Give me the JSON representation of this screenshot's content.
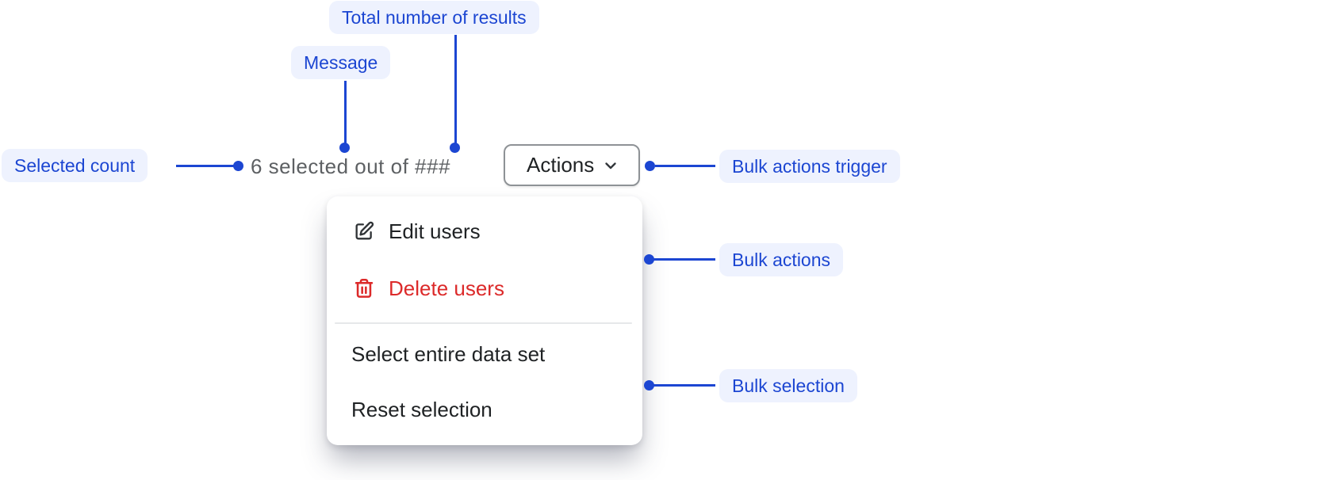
{
  "annotations": {
    "total_results": {
      "label": "Total number of results"
    },
    "message": {
      "label": "Message"
    },
    "selected_count": {
      "label": "Selected count"
    },
    "bulk_actions_trigger": {
      "label": "Bulk actions trigger"
    },
    "bulk_actions": {
      "label": "Bulk actions"
    },
    "bulk_selection": {
      "label": "Bulk selection"
    }
  },
  "bulk_ui": {
    "message_text": "6 selected out of ###",
    "actions_button_label": "Actions",
    "menu": {
      "items": [
        {
          "label": "Edit users",
          "icon": "edit-icon",
          "tone": "default"
        },
        {
          "label": "Delete users",
          "icon": "trash-icon",
          "tone": "critical"
        },
        {
          "label": "Select entire data set",
          "icon": "none",
          "tone": "default"
        },
        {
          "label": "Reset selection",
          "icon": "none",
          "tone": "default"
        }
      ]
    }
  },
  "colors": {
    "annotation_text": "#1C46D2",
    "annotation_background": "#EEF2FE",
    "message_text": "#5D6063",
    "menu_text": "#1F2224",
    "critical_text": "#DC2A2A",
    "button_border": "#8E9296",
    "divider": "#E6E8EA"
  }
}
